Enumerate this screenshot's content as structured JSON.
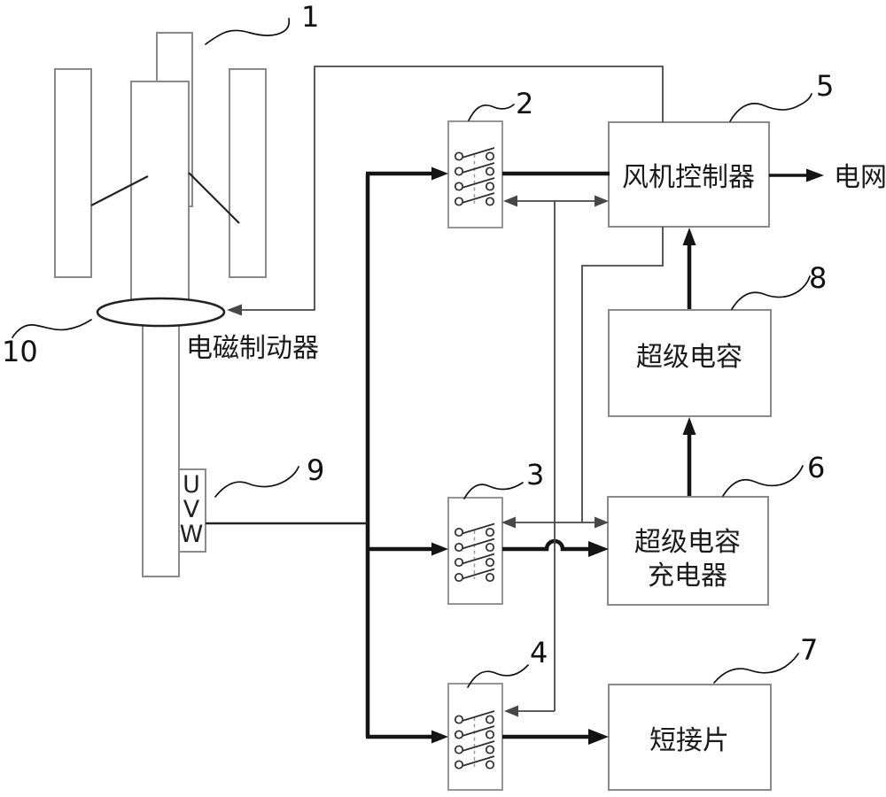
{
  "diagram": {
    "type": "patent-style wind turbine control system schematic",
    "background": "#ffffff",
    "colors": {
      "thick_power_line": "#141414",
      "thin_control_line": "#474747",
      "box_border": "#8a8a8a",
      "text": "#1a1a1a"
    },
    "boxes": {
      "fan_controller": "风机控制器",
      "supercapacitor": "超级电容",
      "charger_line1": "超级电容",
      "charger_line2": "充电器",
      "shorting_strip": "短接片"
    },
    "texts": {
      "grid": "电网",
      "brake": "电磁制动器",
      "terminal_u": "U",
      "terminal_v": "V",
      "terminal_w": "W"
    },
    "ref_labels": {
      "turbine": "1",
      "switch_top": "2",
      "switch_middle": "3",
      "switch_bottom": "4",
      "fan_controller": "5",
      "charger": "6",
      "shorting_strip": "7",
      "supercapacitor": "8",
      "generator_terminals": "9",
      "brake": "10"
    }
  }
}
